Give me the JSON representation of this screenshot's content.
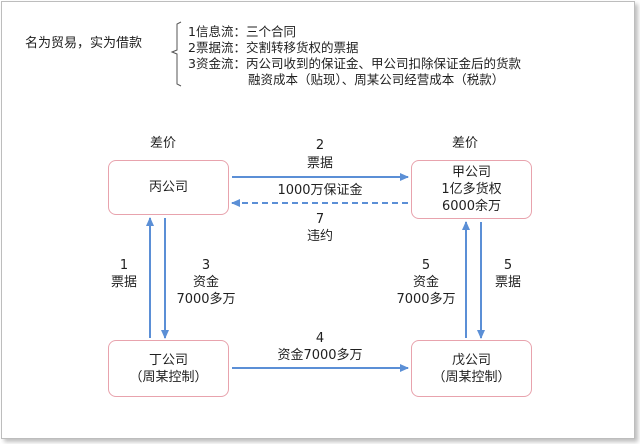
{
  "header": {
    "left_label": "名为贸易，实为借款",
    "flows": [
      "1信息流：三个合同",
      "2票据流：交割转移货权的票据",
      "3资金流：丙公司收到的保证金、甲公司扣除保证金后的货款",
      "融资成本（贴现）、周某公司经营成本（税款）"
    ]
  },
  "nodes": {
    "bing": {
      "line1": "丙公司"
    },
    "jia": {
      "line1": "甲公司",
      "line2": "1亿多货权",
      "line3": "6000余万"
    },
    "ding": {
      "line1": "丁公司",
      "line2": "（周某控制）"
    },
    "wu": {
      "line1": "戊公司",
      "line2": "（周某控制）"
    }
  },
  "labels": {
    "chajia_left": "差价",
    "chajia_right": "差价",
    "top_num": "2",
    "top_text": "票据",
    "deposit": "1000万保证金",
    "breach_num": "7",
    "breach_text": "违约",
    "left_out_num": "1",
    "left_out_text": "票据",
    "left_in_num": "3",
    "left_in_text1": "资金",
    "left_in_text2": "7000多万",
    "right_in_num": "5",
    "right_in_text1": "资金",
    "right_in_text2": "7000多万",
    "right_out_num": "5",
    "right_out_text": "票据",
    "bottom_num": "4",
    "bottom_text": "资金7000多万"
  },
  "colors": {
    "arrow": "#5b8fd6",
    "box_border": "#e8a3ad"
  }
}
